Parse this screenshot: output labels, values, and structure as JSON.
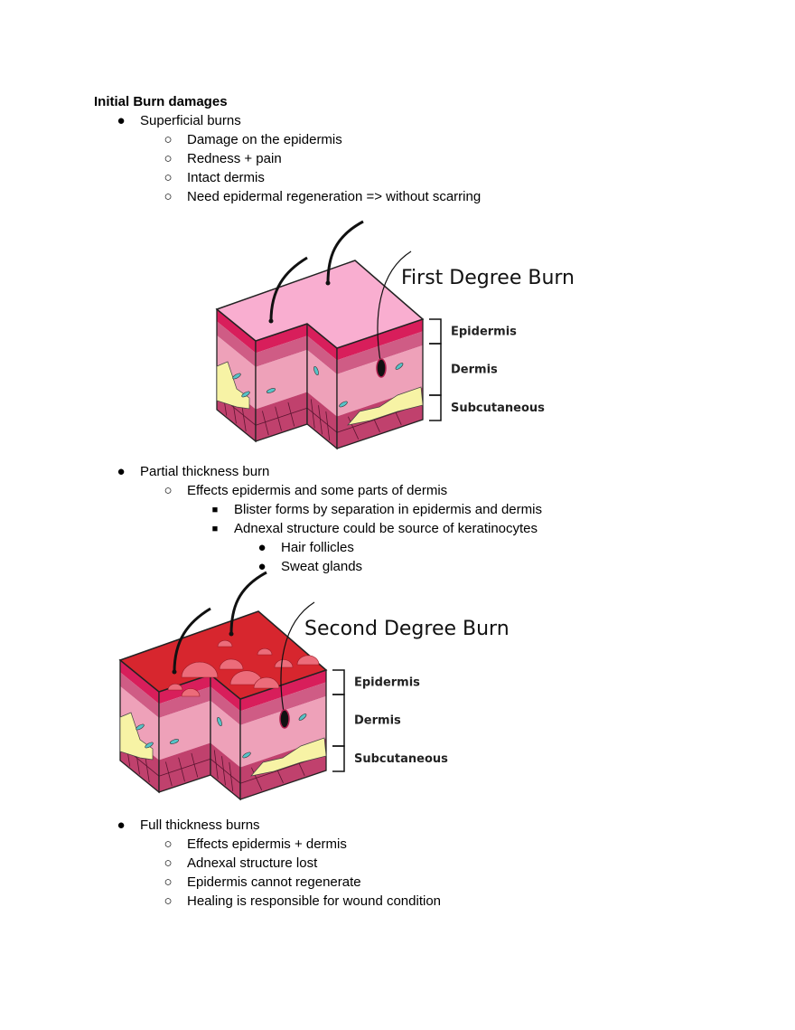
{
  "heading": "Initial Burn damages",
  "sections": [
    {
      "label": "Superficial burns",
      "items": [
        "Damage on the epidermis",
        "Redness + pain",
        "Intact dermis",
        "Need epidermal regeneration => without scarring"
      ]
    },
    {
      "label": "Partial thickness burn",
      "item": "Effects epidermis and some parts of dermis",
      "subitems": [
        "Blister forms by separation in epidermis and dermis",
        "Adnexal structure could be source of keratinocytes"
      ],
      "subsubitems": [
        "Hair follicles",
        "Sweat glands"
      ]
    },
    {
      "label": "Full thickness burns",
      "items": [
        "Effects epidermis + dermis",
        "Adnexal structure lost",
        "Epidermis cannot regenerate",
        "Healing is responsible for wound condition"
      ]
    }
  ],
  "figures": [
    {
      "title": "First Degree Burn",
      "layers": [
        "Epidermis",
        "Dermis",
        "Subcutaneous"
      ],
      "top_color": "#f9aed0"
    },
    {
      "title": "Second Degree Burn",
      "layers": [
        "Epidermis",
        "Dermis",
        "Subcutaneous"
      ],
      "top_color": "#d7262e"
    }
  ],
  "bullet_glyphs": {
    "level1": "●",
    "level2": "○",
    "level3": "■"
  }
}
